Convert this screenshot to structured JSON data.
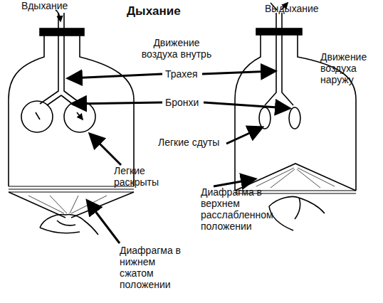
{
  "diagram": {
    "title": "Дыхание",
    "labels": [
      "Вдыхание",
      "Выдыхание",
      "Движение воздуха внутрь",
      "Трахея",
      "Движение воздуха наружу",
      "Бронхи",
      "Легкие сдуты",
      "Легкие раскрыты",
      "Диафрагма в верхнем расслабленном положении",
      "Диафрагма в нижнем сжатом положении"
    ]
  }
}
